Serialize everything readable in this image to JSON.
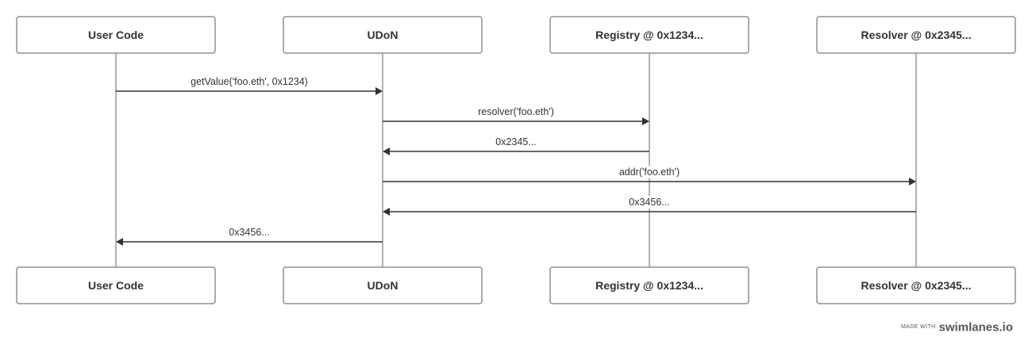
{
  "actors": [
    {
      "id": "user",
      "label": "User Code"
    },
    {
      "id": "udon",
      "label": "UDoN"
    },
    {
      "id": "registry",
      "label": "Registry @ 0x1234..."
    },
    {
      "id": "resolver",
      "label": "Resolver @ 0x2345..."
    }
  ],
  "messages": [
    {
      "from": "user",
      "to": "udon",
      "label": "getValue('foo.eth', 0x1234)"
    },
    {
      "from": "udon",
      "to": "registry",
      "label": "resolver('foo.eth')"
    },
    {
      "from": "registry",
      "to": "udon",
      "label": "0x2345..."
    },
    {
      "from": "udon",
      "to": "resolver",
      "label": "addr('foo.eth')"
    },
    {
      "from": "resolver",
      "to": "udon",
      "label": "0x3456..."
    },
    {
      "from": "udon",
      "to": "user",
      "label": "0x3456..."
    }
  ],
  "watermark": {
    "prefix": "MADE WITH",
    "brand": "swimlanes.io"
  }
}
